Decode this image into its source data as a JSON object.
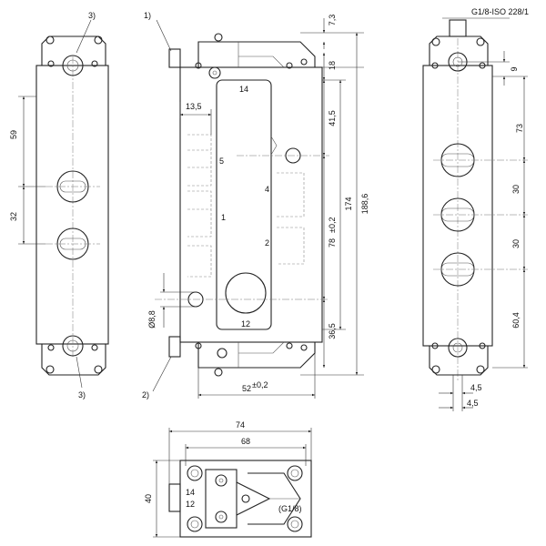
{
  "callouts": {
    "c1": "1)",
    "c2": "2)",
    "c3_top": "3)",
    "c3_bottom": "3)"
  },
  "ports": {
    "p14": "14",
    "p12": "12",
    "p5": "5",
    "p4": "4",
    "p1": "1",
    "p2": "2",
    "end_14": "14",
    "end_12": "12",
    "end_g18": "(G1/8)"
  },
  "thread_spec": "G1/8-ISO 228/1",
  "dims": {
    "left_59": "59",
    "left_32": "32",
    "front_13_5": "13,5",
    "front_7_3": "7,3",
    "front_18": "18",
    "front_41_5": "41,5",
    "front_174": "174",
    "front_188_6": "188,6",
    "front_78": "78",
    "front_78_tol": "±0,2",
    "front_36_5": "36,5",
    "front_8_8": "Ø8,8",
    "front_52": "52",
    "front_52_tol": "±0,2",
    "right_9": "9",
    "right_73": "73",
    "right_30a": "30",
    "right_30b": "30",
    "right_60_4": "60,4",
    "right_4_5a": "4,5",
    "right_4_5b": "4,5",
    "bottom_74": "74",
    "bottom_68": "68",
    "bottom_40": "40"
  }
}
